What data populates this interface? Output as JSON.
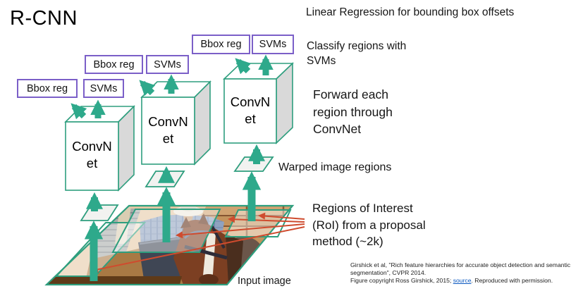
{
  "title": "R-CNN",
  "pipeline_columns": [
    {
      "bbox_reg_label": "Bbox reg",
      "svms_label": "SVMs",
      "convnet_label": "ConvN\net"
    },
    {
      "bbox_reg_label": "Bbox reg",
      "svms_label": "SVMs",
      "convnet_label": "ConvN\net"
    },
    {
      "bbox_reg_label": "Bbox reg",
      "svms_label": "SVMs",
      "convnet_label": "ConvN\net"
    }
  ],
  "annotations": {
    "linear_regression": "Linear Regression for bounding box offsets",
    "classify_svms": "Classify regions with\nSVMs",
    "forward_convnet": "Forward each\nregion through\nConvNet",
    "warped_regions": "Warped image regions",
    "roi_proposal": "Regions of Interest\n(RoI) from a proposal\nmethod (~2k)",
    "input_image": "Input image"
  },
  "citation": {
    "line1": "Girshick et al, \"Rich feature hierarchies for accurate object detection and semantic segmentation\", CVPR 2014.",
    "line2_prefix": "Figure copyright Ross Girshick, 2015; ",
    "link_text": "source",
    "line2_suffix": ". Reproduced with permission."
  },
  "colors": {
    "arrow_green": "#2ea98b",
    "box_outline_teal": "#2e9e7e",
    "label_purple": "#7b5fc8",
    "roi_arrow_red": "#cf4b2e",
    "link_blue": "#0a58c0"
  }
}
